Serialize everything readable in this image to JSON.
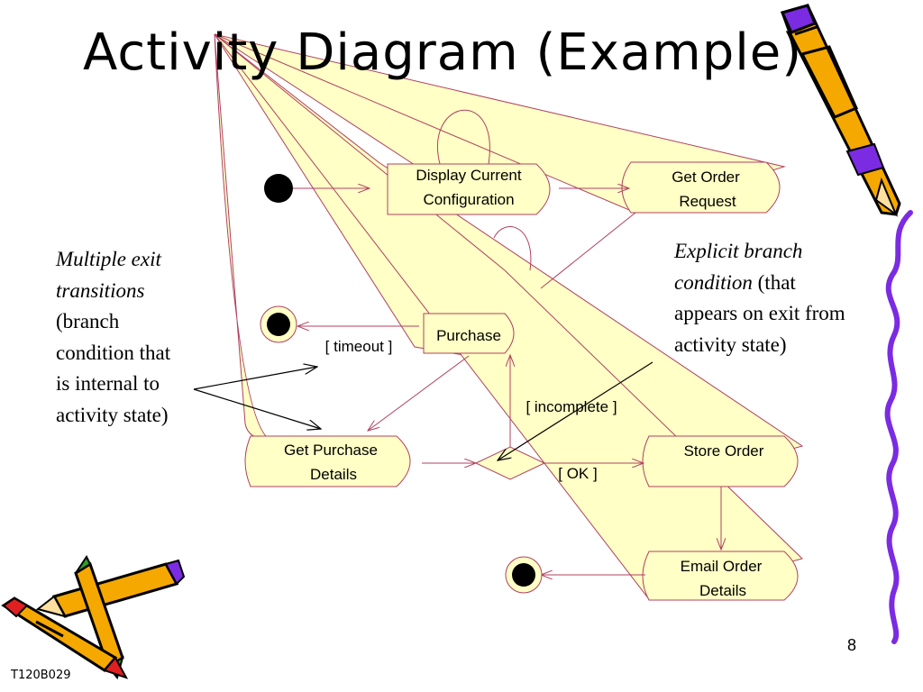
{
  "slide": {
    "title": "Activity Diagram (Example)",
    "page_number": "8",
    "footer_id": "T120B029"
  },
  "states": {
    "display_config": [
      "Display Current",
      "Configuration"
    ],
    "get_order_request": [
      "Get Order",
      "Request"
    ],
    "purchase": [
      "Purchase"
    ],
    "get_purchase_details": [
      "Get Purchase",
      "Details"
    ],
    "store_order": [
      "Store Order"
    ],
    "email_order_details": [
      "Email Order",
      "Details"
    ]
  },
  "guards": {
    "timeout": "[ timeout ]",
    "incomplete": "[ incomplete ]",
    "ok": "[ OK ]"
  },
  "notes": {
    "multiple_exit_italic": "Multiple exit transitions",
    "multiple_exit_rest": "(branch condition that is internal to activity state)",
    "explicit_branch_italic": "Explicit branch condition",
    "explicit_branch_rest": "(that appears on exit from activity state)"
  },
  "colors": {
    "state_fill": "#FFFFC6",
    "callout_fill": "#FFFFC6",
    "line": "#B04060",
    "node_fill": "#000000",
    "pencil_body": "#F5A800",
    "pencil_outline": "#000000",
    "squiggle": "#7B2BE2"
  },
  "icons": [
    "pencil-icon",
    "pencils-icon",
    "squiggle-decoration"
  ]
}
